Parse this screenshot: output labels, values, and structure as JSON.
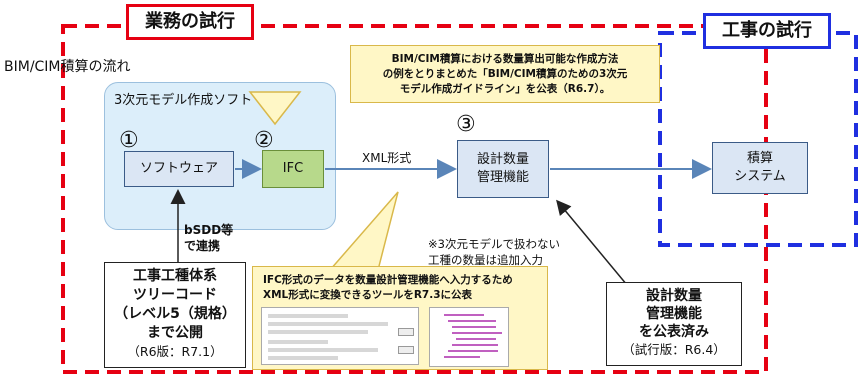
{
  "tags": {
    "business_trial": "業務の試行",
    "construction_trial": "工事の試行"
  },
  "flow_title": "BIM/CIM積算の流れ",
  "software_group_label": "3次元モデル作成ソフト",
  "step_numbers": [
    "①",
    "②",
    "③"
  ],
  "nodes": {
    "software": "ソフトウェア",
    "ifc": "IFC",
    "design_quantity_line1": "設計数量",
    "design_quantity_line2": "管理機能",
    "estimate_line1": "積算",
    "estimate_line2": "システム"
  },
  "arrow_labels": {
    "xml": "XML形式",
    "bsdd_line1": "bSDD等",
    "bsdd_line2": "で連携"
  },
  "callout_top": {
    "line1": "BIM/CIM積算における数量算出可能な作成方法",
    "line2": "の例をとりまとめた「BIM/CIM積算のための3次元",
    "line3": "モデル作成ガイドライン」を公表（R6.7）。"
  },
  "callout_bottom": {
    "line1": "IFC形式のデータを数量設計管理機能へ入力するため",
    "line2": "XML形式に変換できるツールをR7.3に公表"
  },
  "note": {
    "line1": "※3次元モデルで扱わない",
    "line2": "工種の数量は追加入力"
  },
  "tree_code_box": {
    "line1": "工事工種体系",
    "line2": "ツリーコード",
    "line3": "（レベル5（規格）",
    "line4": "まで公開",
    "line5": "（R6版：R7.1）"
  },
  "published_box": {
    "line1": "設計数量",
    "line2": "管理機能",
    "line3": "を公表済み",
    "line4": "（試行版：R6.4）"
  },
  "colors": {
    "red_dash": "#e60012",
    "blue_dash": "#1f2fe0",
    "node_fill": "#dbe6f4",
    "node_border": "#3b5b87",
    "group_fill": "#dceefa",
    "ifc_fill": "#b7d98b",
    "callout_fill": "#fff7c6",
    "arrow": "#5a85b8"
  }
}
